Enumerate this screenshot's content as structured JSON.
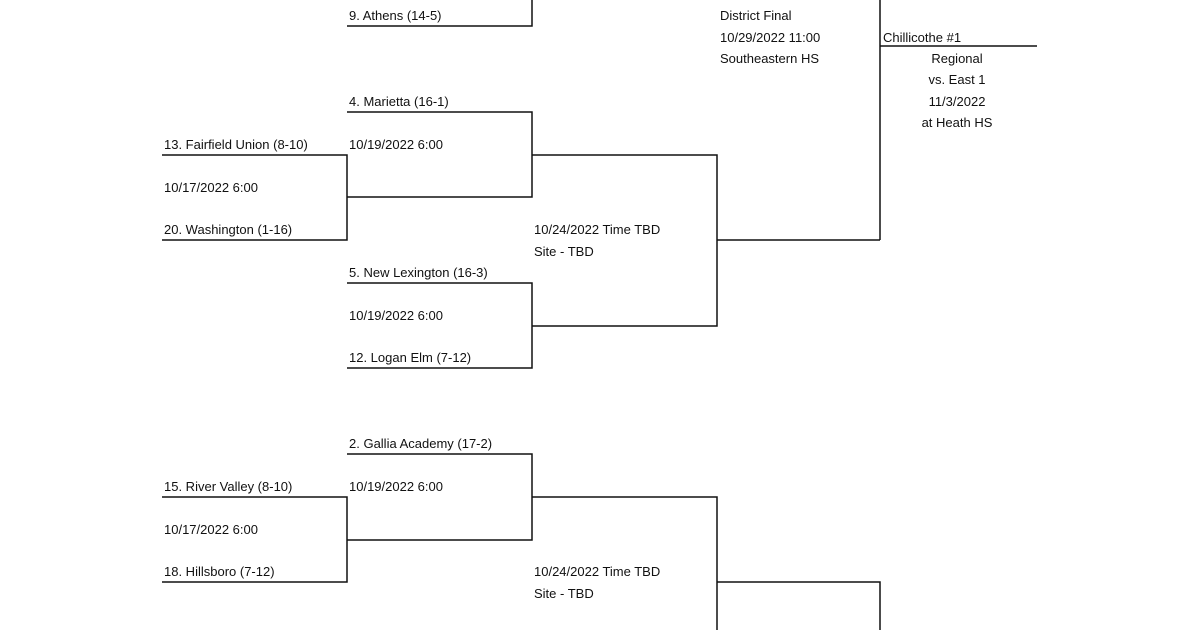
{
  "colors": {
    "line": "#111111",
    "text": "#111111",
    "background": "#ffffff"
  },
  "top_partial": {
    "team": "9. Athens (14-5)"
  },
  "district_final": {
    "title": "District Final",
    "datetime": "10/29/2022 11:00",
    "site": "Southeastern HS",
    "winner_slot": "Chillicothe #1"
  },
  "regional": {
    "title": "Regional",
    "opponent": "vs. East 1",
    "date": "11/3/2022",
    "site": "at Heath HS"
  },
  "upper_section": {
    "round1": {
      "team_a": "13. Fairfield Union (8-10)",
      "datetime": "10/17/2022 6:00",
      "team_b": "20. Washington (1-16)"
    },
    "round2_a": {
      "team_a": "4. Marietta (16-1)",
      "datetime": "10/19/2022 6:00"
    },
    "round2_b": {
      "team_a": "5. New Lexington (16-3)",
      "datetime": "10/19/2022 6:00",
      "team_b": "12. Logan Elm (7-12)"
    },
    "semifinal": {
      "datetime": "10/24/2022 Time TBD",
      "site": "Site - TBD"
    }
  },
  "lower_section": {
    "round1": {
      "team_a": "15. River Valley (8-10)",
      "datetime": "10/17/2022 6:00",
      "team_b": "18. Hillsboro (7-12)"
    },
    "round2_a": {
      "team_a": "2. Gallia Academy (17-2)",
      "datetime": "10/19/2022 6:00"
    },
    "semifinal": {
      "datetime": "10/24/2022 Time TBD",
      "site": "Site - TBD"
    }
  }
}
